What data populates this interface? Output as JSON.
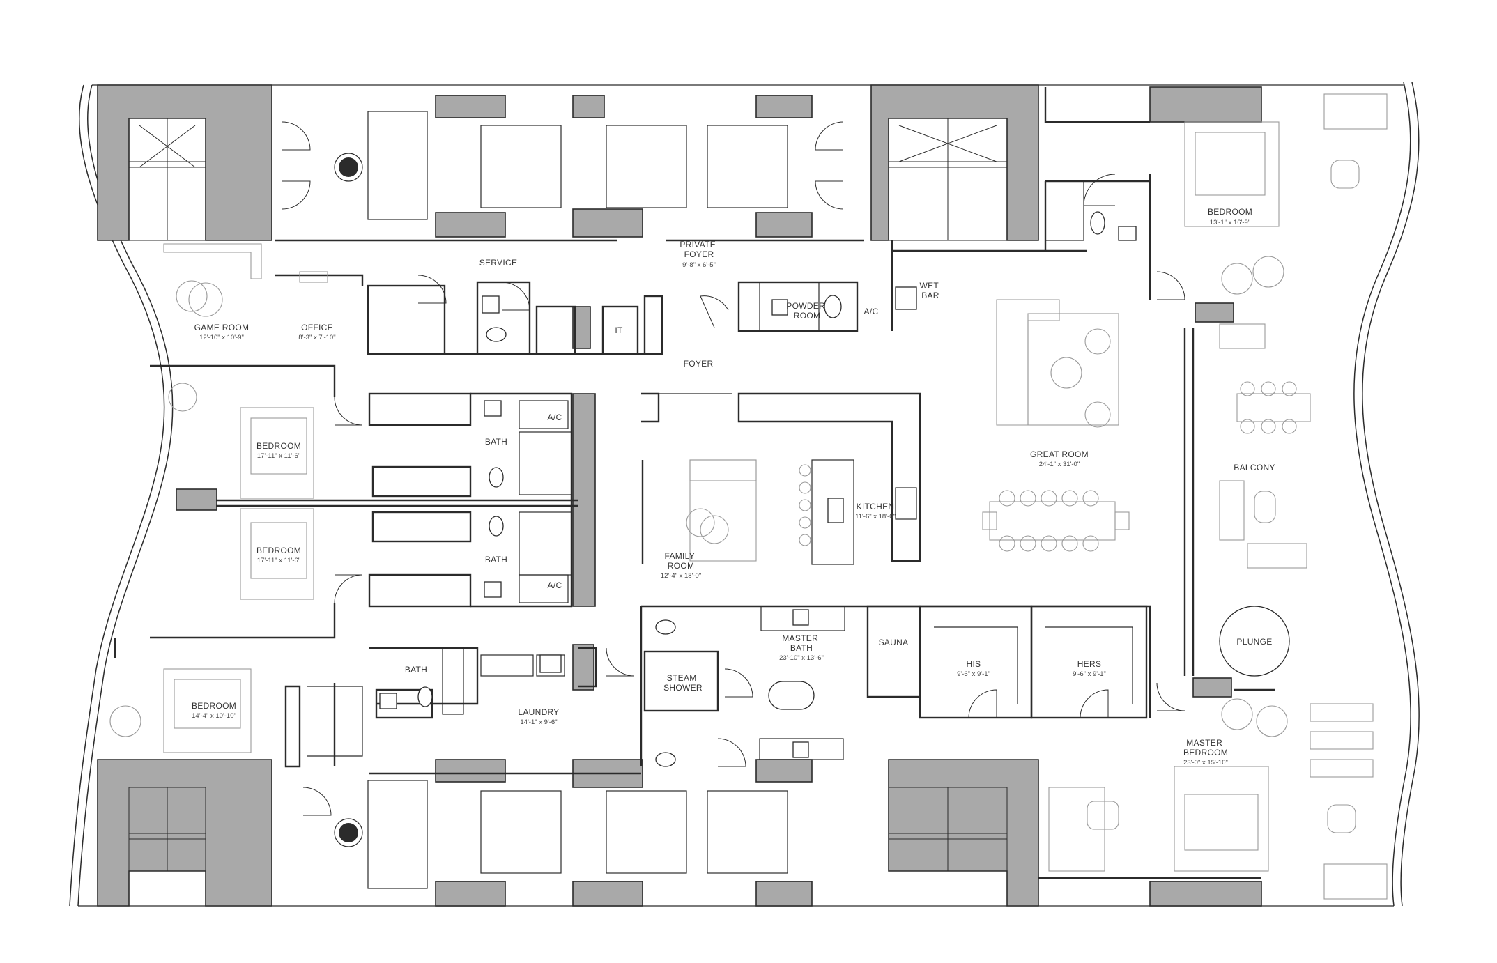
{
  "plan": {
    "rooms": {
      "service": {
        "name": "SERVICE"
      },
      "private_foyer": {
        "name": "PRIVATE\nFOYER",
        "dim": "9'-8\" x 6'-5\""
      },
      "wet_bar": {
        "name": "WET\nBAR"
      },
      "bedroom_ne": {
        "name": "BEDROOM",
        "dim": "13'-1\" x 16'-9\""
      },
      "game_room": {
        "name": "GAME ROOM",
        "dim": "12'-10\" x 10'-9\""
      },
      "office": {
        "name": "OFFICE",
        "dim": "8'-3\" x 7'-10\""
      },
      "it": {
        "name": "IT"
      },
      "powder_room": {
        "name": "POWDER\nROOM"
      },
      "ac_powder": {
        "name": "A/C"
      },
      "foyer": {
        "name": "FOYER"
      },
      "bedroom_w1": {
        "name": "BEDROOM",
        "dim": "17'-11\" x 11'-6\""
      },
      "bath_w1": {
        "name": "BATH"
      },
      "ac_w1": {
        "name": "A/C"
      },
      "bedroom_w2": {
        "name": "BEDROOM",
        "dim": "17'-11\" x 11'-6\""
      },
      "bath_w2": {
        "name": "BATH"
      },
      "ac_w2": {
        "name": "A/C"
      },
      "great_room": {
        "name": "GREAT ROOM",
        "dim": "24'-1\" x 31'-0\""
      },
      "balcony": {
        "name": "BALCONY"
      },
      "kitchen": {
        "name": "KITCHEN",
        "dim": "11'-6\" x 18'-0\""
      },
      "family_room": {
        "name": "FAMILY\nROOM",
        "dim": "12'-4\" x 18'-0\""
      },
      "master_bath": {
        "name": "MASTER\nBATH",
        "dim": "23'-10\" x 13'-6\""
      },
      "sauna": {
        "name": "SAUNA"
      },
      "his": {
        "name": "HIS",
        "dim": "9'-6\" x 9'-1\""
      },
      "hers": {
        "name": "HERS",
        "dim": "9'-6\" x 9'-1\""
      },
      "plunge": {
        "name": "PLUNGE"
      },
      "steam_shower": {
        "name": "STEAM\nSHOWER"
      },
      "bath_sw": {
        "name": "BATH"
      },
      "laundry": {
        "name": "LAUNDRY",
        "dim": "14'-1\" x 9'-6\""
      },
      "bedroom_sw": {
        "name": "BEDROOM",
        "dim": "14'-4\" x 10'-10\""
      },
      "master_bedroom": {
        "name": "MASTER\nBEDROOM",
        "dim": "23'-0\" x 15'-10\""
      }
    }
  }
}
